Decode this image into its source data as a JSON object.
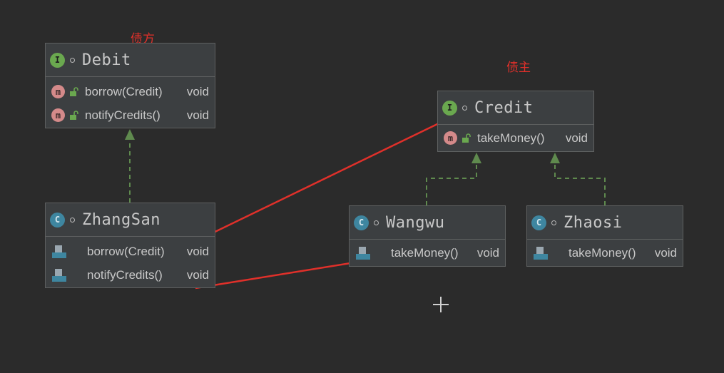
{
  "labels": {
    "debtor": "债方",
    "creditor": "债主"
  },
  "nodes": {
    "debit": {
      "name": "Debit",
      "kind": "I",
      "methods": [
        {
          "signature": "borrow(Credit)",
          "return": "void"
        },
        {
          "signature": "notifyCredits()",
          "return": "void"
        }
      ]
    },
    "zhangsan": {
      "name": "ZhangSan",
      "kind": "C",
      "methods": [
        {
          "signature": "borrow(Credit)",
          "return": "void"
        },
        {
          "signature": "notifyCredits()",
          "return": "void"
        }
      ]
    },
    "credit": {
      "name": "Credit",
      "kind": "I",
      "methods": [
        {
          "signature": "takeMoney()",
          "return": "void"
        }
      ]
    },
    "wangwu": {
      "name": "Wangwu",
      "kind": "C",
      "methods": [
        {
          "signature": "takeMoney()",
          "return": "void"
        }
      ]
    },
    "zhaosi": {
      "name": "Zhaosi",
      "kind": "C",
      "methods": [
        {
          "signature": "takeMoney()",
          "return": "void"
        }
      ]
    }
  },
  "edges": [
    {
      "from": "ZhangSan",
      "to": "Debit",
      "type": "implements"
    },
    {
      "from": "Wangwu",
      "to": "Credit",
      "type": "implements"
    },
    {
      "from": "Zhaosi",
      "to": "Credit",
      "type": "implements"
    }
  ],
  "annotations": [
    {
      "from": "ZhangSan.borrow(Credit)",
      "to": "Credit",
      "color": "#e0302a"
    },
    {
      "from": "ZhangSan.notifyCredits()",
      "to": "Wangwu.takeMoney()",
      "color": "#e0302a"
    }
  ],
  "colors": {
    "background": "#2b2b2b",
    "node_fill": "#3c3f41",
    "interface_badge": "#6aa84f",
    "class_badge": "#3e86a0",
    "implements_edge": "#5f8a4e",
    "annotation": "#e0302a"
  }
}
